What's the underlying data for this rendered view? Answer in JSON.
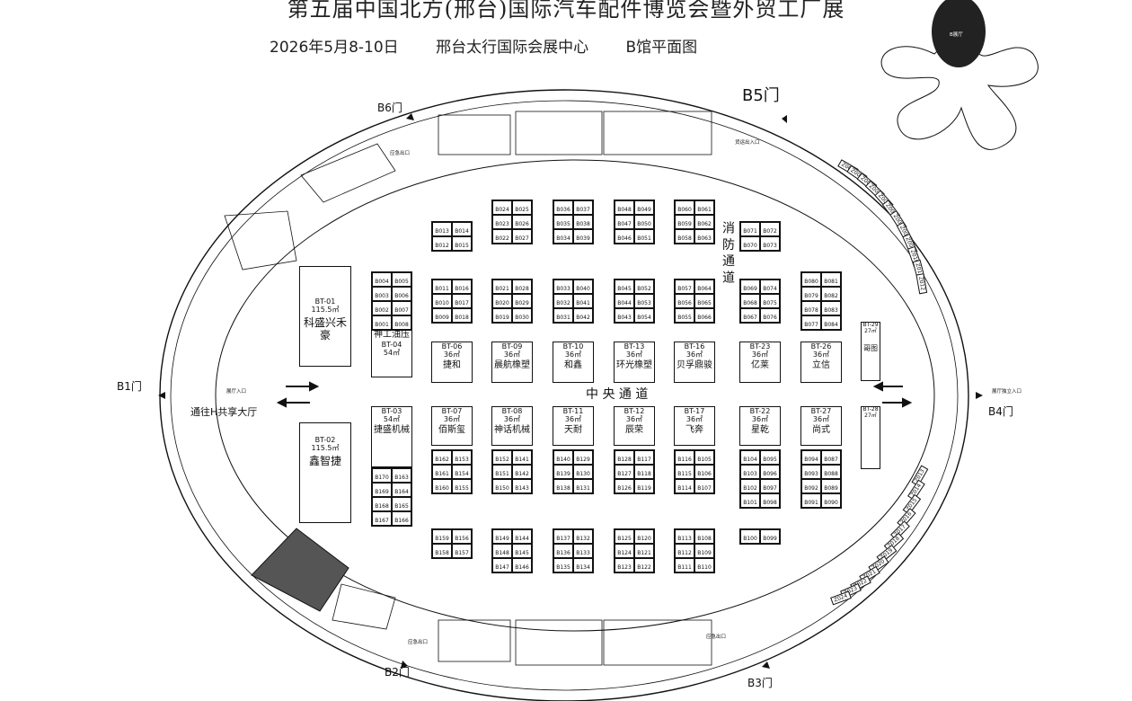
{
  "title": "第五届中国北方(邢台)国际汽车配件博览会暨外贸工厂展",
  "subtitle": {
    "date": "2026年5月8-10日",
    "venue": "邢台太行国际会展中心",
    "map_name": "B馆平面图"
  },
  "colors": {
    "line": "#111111",
    "dark_booth": "#555555",
    "background": "#ffffff"
  },
  "gates": [
    {
      "id": "b1",
      "label": "B1门"
    },
    {
      "id": "b2",
      "label": "B2门"
    },
    {
      "id": "b3",
      "label": "B3门"
    },
    {
      "id": "b4",
      "label": "B4门"
    },
    {
      "id": "b5",
      "label": "B5门"
    },
    {
      "id": "b6",
      "label": "B6门"
    }
  ],
  "labels": {
    "central_aisle": "中 央 通 道",
    "fire_aisle": "消 防 通 道",
    "to_hall": "通往H共享大厅",
    "hall_entry": "展厅入口",
    "emergency_exit": "应急出口",
    "freight_entry": "货运出入口",
    "independent_entry": "展厅独立入口",
    "oval_hall": "B展厅"
  },
  "booths": {
    "bt01": {
      "code": "BT-01",
      "area": "115.5㎡",
      "name": "科盛兴禾豪"
    },
    "bt02": {
      "code": "BT-02",
      "area": "115.5㎡",
      "name": "鑫智捷"
    },
    "bt03": {
      "code": "BT-03",
      "area": "54㎡",
      "name": "捷盛机械"
    },
    "bt04": {
      "code": "BT-04",
      "area": "54㎡",
      "name": "神工油压"
    },
    "bt06": {
      "code": "BT-06",
      "area": "36㎡",
      "name": "捷和"
    },
    "bt07": {
      "code": "BT-07",
      "area": "36㎡",
      "name": "佰斯玺"
    },
    "bt08": {
      "code": "BT-08",
      "area": "36㎡",
      "name": "神话机械"
    },
    "bt09": {
      "code": "BT-09",
      "area": "36㎡",
      "name": "晨航橡塑"
    },
    "bt10": {
      "code": "BT-10",
      "area": "36㎡",
      "name": "和鑫"
    },
    "bt11": {
      "code": "BT-11",
      "area": "36㎡",
      "name": "天耐"
    },
    "bt12": {
      "code": "BT-12",
      "area": "36㎡",
      "name": "辰荣"
    },
    "bt13": {
      "code": "BT-13",
      "area": "36㎡",
      "name": "环光橡塑"
    },
    "bt16": {
      "code": "BT-16",
      "area": "36㎡",
      "name": "贝孚鼎骏"
    },
    "bt17": {
      "code": "BT-17",
      "area": "36㎡",
      "name": "飞奔"
    },
    "bt22": {
      "code": "BT-22",
      "area": "36㎡",
      "name": "星乾"
    },
    "bt23": {
      "code": "BT-23",
      "area": "36㎡",
      "name": "亿莱"
    },
    "bt26": {
      "code": "BT-26",
      "area": "36㎡",
      "name": "立信"
    },
    "bt27": {
      "code": "BT-27",
      "area": "36㎡",
      "name": "尚式"
    },
    "bt28": {
      "code": "BT-28",
      "area": "27㎡",
      "name": ""
    },
    "bt29": {
      "code": "BT-29",
      "area": "27㎡",
      "name": "哥图"
    }
  },
  "small_blocks_top": [
    [
      "B013",
      "B014",
      "B012",
      "B015"
    ],
    [
      "B024",
      "B025",
      "B023",
      "B026",
      "B022",
      "B027"
    ],
    [
      "B036",
      "B037",
      "B035",
      "B038",
      "B034",
      "B039"
    ],
    [
      "B048",
      "B049",
      "B047",
      "B050",
      "B046",
      "B051"
    ],
    [
      "B060",
      "B061",
      "B059",
      "B062",
      "B058",
      "B063"
    ],
    [
      "B071",
      "B072",
      "B070",
      "B073"
    ]
  ],
  "small_blocks_mid": [
    [
      "B004",
      "B005",
      "B003",
      "B006",
      "B002",
      "B007",
      "B001",
      "B008"
    ],
    [
      "B011",
      "B016",
      "B010",
      "B017",
      "B009",
      "B018"
    ],
    [
      "B021",
      "B028",
      "B020",
      "B029",
      "B019",
      "B030"
    ],
    [
      "B033",
      "B040",
      "B032",
      "B041",
      "B031",
      "B042"
    ],
    [
      "B045",
      "B052",
      "B044",
      "B053",
      "B043",
      "B054"
    ],
    [
      "B057",
      "B064",
      "B056",
      "B065",
      "B055",
      "B066"
    ],
    [
      "B069",
      "B074",
      "B068",
      "B075",
      "B067",
      "B076"
    ],
    [
      "B080",
      "B081",
      "B079",
      "B082",
      "B078",
      "B083",
      "B077",
      "B084"
    ]
  ],
  "small_blocks_bottom": [
    [
      "B170",
      "B163",
      "B169",
      "B164",
      "B168",
      "B165",
      "B167",
      "B166"
    ],
    [
      "B162",
      "B153",
      "B161",
      "B154",
      "B160",
      "B155"
    ],
    [
      "B152",
      "B141",
      "B151",
      "B142",
      "B150",
      "B143"
    ],
    [
      "B140",
      "B129",
      "B139",
      "B130",
      "B138",
      "B131"
    ],
    [
      "B128",
      "B117",
      "B127",
      "B118",
      "B126",
      "B119"
    ],
    [
      "B116",
      "B105",
      "B115",
      "B106",
      "B114",
      "B107"
    ],
    [
      "B104",
      "B095",
      "B103",
      "B096",
      "B102",
      "B097",
      "B101",
      "B098"
    ],
    [
      "B094",
      "B087",
      "B093",
      "B088",
      "B092",
      "B089",
      "B091",
      "B090"
    ]
  ],
  "small_blocks_low": [
    [
      "B159",
      "B156",
      "B158",
      "B157"
    ],
    [
      "B149",
      "B144",
      "B148",
      "B145",
      "B147",
      "B146"
    ],
    [
      "B137",
      "B132",
      "B136",
      "B133",
      "B135",
      "B134"
    ],
    [
      "B125",
      "B120",
      "B124",
      "B121",
      "B123",
      "B122"
    ],
    [
      "B113",
      "B108",
      "B112",
      "B109",
      "B111",
      "B110"
    ],
    [
      "B100",
      "B099"
    ]
  ],
  "ring_top": [
    "Z001",
    "Z002",
    "Z003",
    "Z004",
    "Z005",
    "Z006",
    "Z007",
    "Z008",
    "Z009",
    "Z010",
    "Z011",
    "Z012"
  ],
  "ring_bottom": [
    "Z013",
    "Z014",
    "Z015",
    "Z016",
    "Z017",
    "Z018",
    "Z019",
    "Z020",
    "Z021",
    "Z022",
    "Z023",
    "Z024"
  ]
}
